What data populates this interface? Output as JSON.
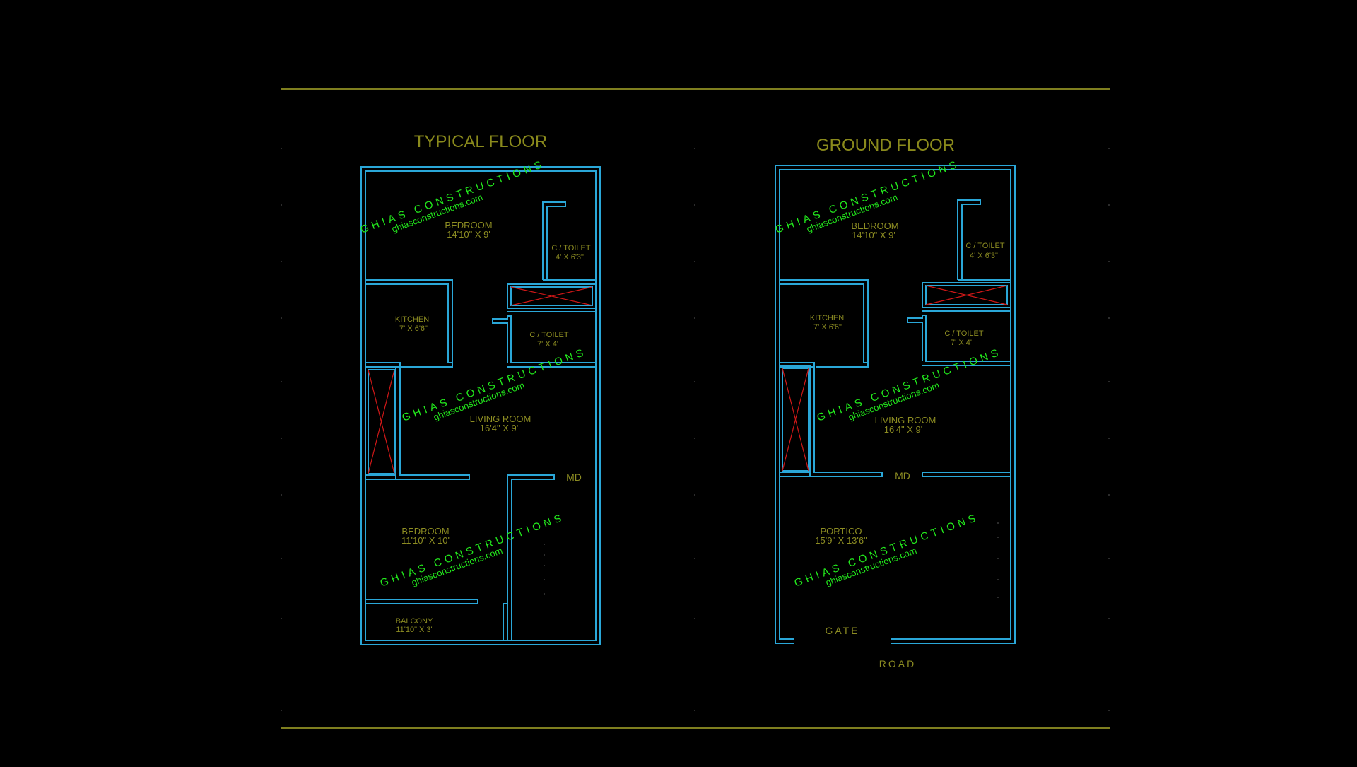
{
  "colors": {
    "background": "#000000",
    "frame_line": "#7f7f1f",
    "title": "#8a8a1c",
    "wall": "#2aa7d8",
    "room_text": "#8c8c22",
    "dimension_text": "#8c8c22",
    "watermark": "#22e81c",
    "shaft_cross": "#d11818"
  },
  "typical_floor": {
    "title": "TYPICAL FLOOR",
    "rooms": {
      "bedroom_top": {
        "name": "BEDROOM",
        "size": "14'10\" X 9'"
      },
      "toilet_top": {
        "name": "C / TOILET",
        "size": "4' X 6'3\""
      },
      "kitchen": {
        "name": "KITCHEN",
        "size": "7' X 6'6\""
      },
      "toilet_mid": {
        "name": "C / TOILET",
        "size": "7' X 4'"
      },
      "living": {
        "name": "LIVING ROOM",
        "size": "16'4\" X 9'"
      },
      "bedroom_bottom": {
        "name": "BEDROOM",
        "size": "11'10\" X 10'"
      },
      "balcony": {
        "name": "BALCONY",
        "size": "11'10\" X 3'"
      }
    },
    "md_label": "MD"
  },
  "ground_floor": {
    "title": "GROUND FLOOR",
    "rooms": {
      "bedroom_top": {
        "name": "BEDROOM",
        "size": "14'10\" X 9'"
      },
      "toilet_top": {
        "name": "C / TOILET",
        "size": "4' X 6'3\""
      },
      "kitchen": {
        "name": "KITCHEN",
        "size": "7' X 6'6\""
      },
      "toilet_mid": {
        "name": "C / TOILET",
        "size": "7' X 4'"
      },
      "living": {
        "name": "LIVING ROOM",
        "size": "16'4\" X 9'"
      },
      "portico": {
        "name": "PORTICO",
        "size": "15'9\" X 13'6\""
      }
    },
    "md_label": "MD",
    "gate_label": "GATE",
    "road_label": "ROAD"
  },
  "watermark": {
    "company": "GHIAS CONSTRUCTIONS",
    "website": "ghiasconstructions.com"
  }
}
